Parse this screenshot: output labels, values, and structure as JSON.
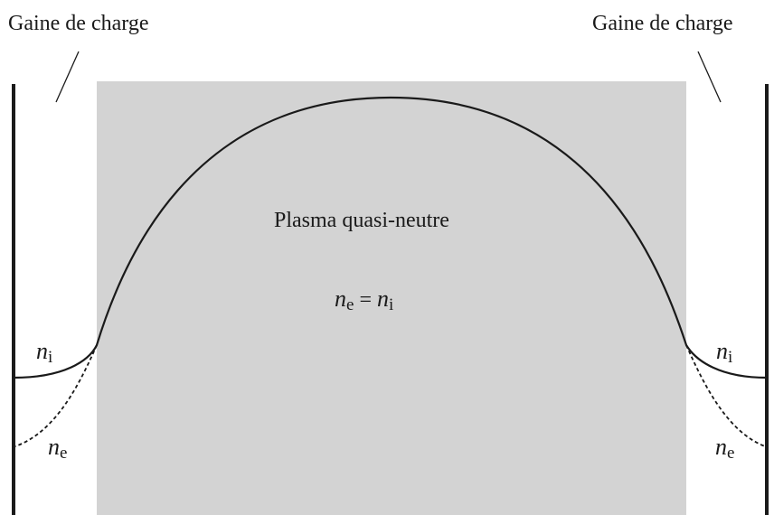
{
  "labels": {
    "sheath_left": "Gaine de charge",
    "sheath_right": "Gaine de charge",
    "plasma": "Plasma quasi-neutre"
  },
  "equation": {
    "lhs_var": "n",
    "lhs_sub": "e",
    "sign": "=",
    "rhs_var": "n",
    "rhs_sub": "i"
  },
  "curves": {
    "ion_var": "n",
    "ion_sub": "i",
    "electron_var": "n",
    "electron_sub": "e"
  },
  "colors": {
    "plasma_fill": "#d3d3d3",
    "ink": "#1a1a1a"
  }
}
